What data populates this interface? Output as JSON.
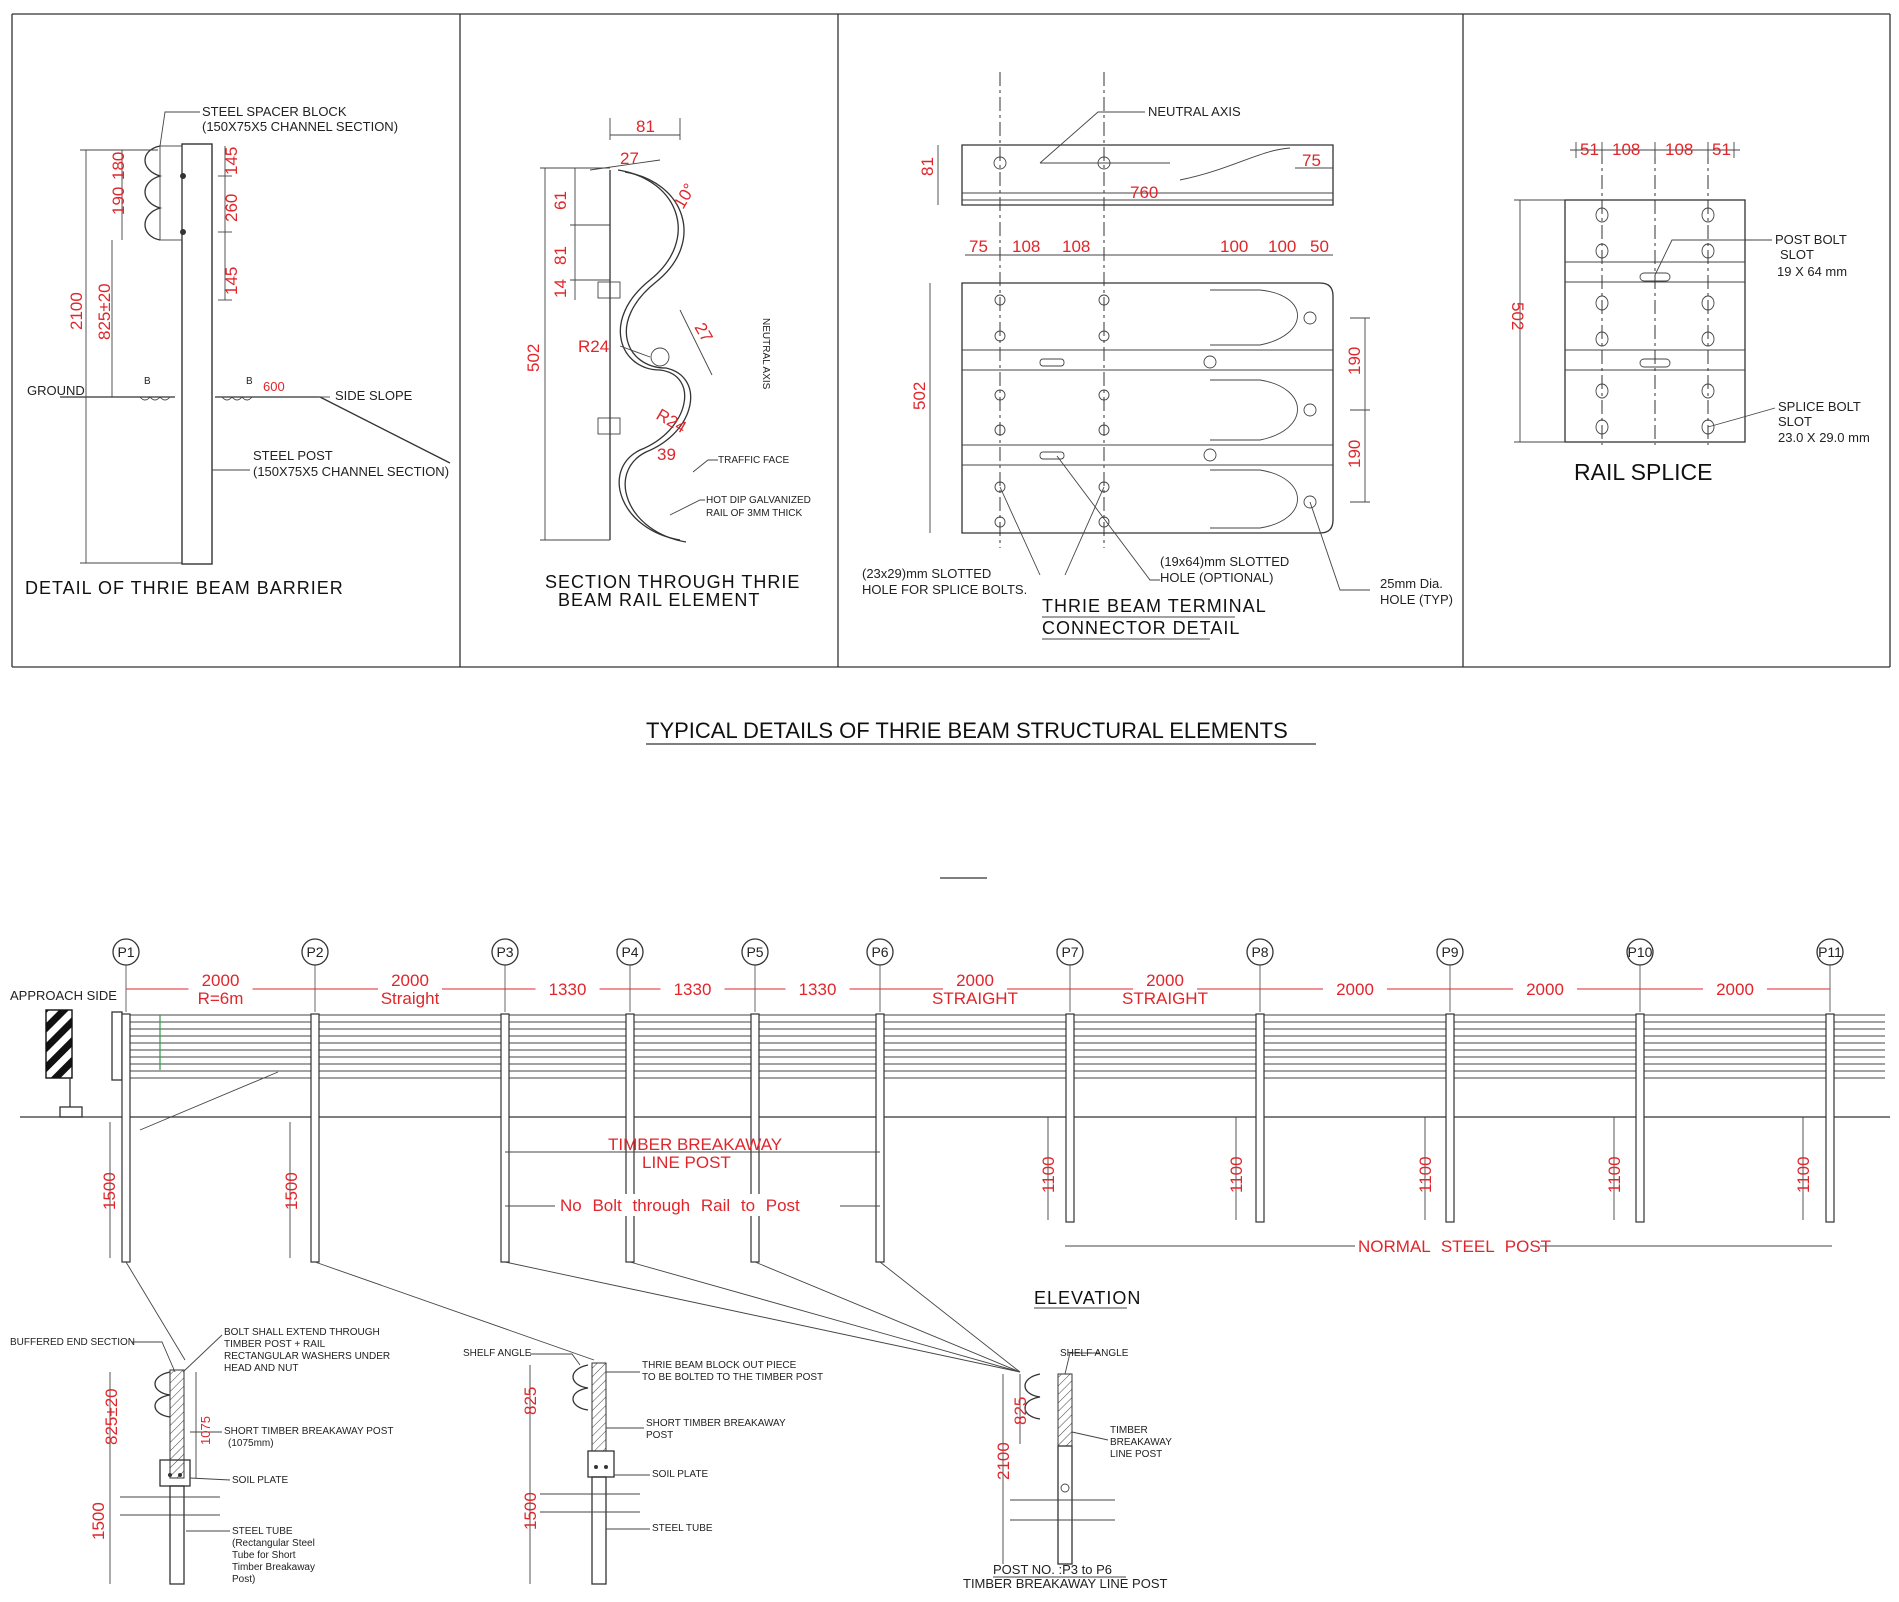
{
  "colors": {
    "dimension": "#e0262b",
    "linework": "#333333",
    "background": "#ffffff"
  },
  "panel1": {
    "title": "DETAIL OF THRIE BEAM BARRIER",
    "spacer_label_1": "STEEL SPACER BLOCK",
    "spacer_label_2": "(150X75X5 CHANNEL SECTION)",
    "post_label_1": "STEEL POST",
    "post_label_2": "(150X75X5 CHANNEL SECTION)",
    "ground": "GROUND",
    "side_slope": "SIDE SLOPE",
    "b_left": "B",
    "b_right": "B",
    "dims": {
      "h2100": "2100",
      "h825": "825±20",
      "h190": "190",
      "h180": "180",
      "h145a": "145",
      "h260": "260",
      "h145b": "145",
      "d600": "600"
    }
  },
  "panel2": {
    "title_1": "SECTION THROUGH THRIE",
    "title_2": "BEAM RAIL ELEMENT",
    "neutral_axis": "NEUTRAL AXIS",
    "traffic_face": "TRAFFIC FACE",
    "galv_1": "HOT DIP GALVANIZED",
    "galv_2": "RAIL OF 3MM THICK",
    "dims": {
      "d81": "81",
      "d27": "27",
      "d10": "10°",
      "d61": "61",
      "d81b": "81",
      "d14": "14",
      "d502": "502",
      "r24a": "R24",
      "d27b": "27",
      "r24b": "R24",
      "d39": "39"
    }
  },
  "panel3": {
    "title_1": "THRIE BEAM TERMINAL",
    "title_2": "CONNECTOR DETAIL",
    "neutral_axis": "NEUTRAL AXIS",
    "slot_a_1": "(23x29)mm SLOTTED",
    "slot_a_2": "HOLE FOR SPLICE BOLTS.",
    "slot_b_1": "(19x64)mm SLOTTED",
    "slot_b_2": "HOLE (OPTIONAL)",
    "hole_1": "25mm Dia.",
    "hole_2": "HOLE (TYP)",
    "dims": {
      "d81": "81",
      "d75": "75",
      "d760": "760",
      "d75b": "75",
      "d108a": "108",
      "d108b": "108",
      "d100a": "100",
      "d100b": "100",
      "d50": "50",
      "d502": "502",
      "d190a": "190",
      "d190b": "190"
    }
  },
  "panel4": {
    "title": "RAIL SPLICE",
    "post_bolt_1": "POST BOLT",
    "post_bolt_2": "SLOT",
    "post_bolt_3": "19 X 64 mm",
    "splice_bolt_1": "SPLICE BOLT",
    "splice_bolt_2": "SLOT",
    "splice_bolt_3": "23.0 X 29.0 mm",
    "dims": {
      "d51a": "51",
      "d108a": "108",
      "d108b": "108",
      "d51b": "51",
      "d502": "502"
    }
  },
  "main_title": "TYPICAL DETAILS OF THRIE BEAM STRUCTURAL ELEMENTS",
  "elevation": {
    "approach_side": "APPROACH SIDE",
    "posts": [
      "P1",
      "P2",
      "P3",
      "P4",
      "P5",
      "P6",
      "P7",
      "P8",
      "P9",
      "P10",
      "P11"
    ],
    "spacings": [
      {
        "top": "2000",
        "sub": "R=6m"
      },
      {
        "top": "2000",
        "sub": "Straight"
      },
      {
        "top": "1330",
        "sub": ""
      },
      {
        "top": "1330",
        "sub": ""
      },
      {
        "top": "1330",
        "sub": ""
      },
      {
        "top": "2000",
        "sub": "STRAIGHT"
      },
      {
        "top": "2000",
        "sub": "STRAIGHT"
      },
      {
        "top": "2000",
        "sub": ""
      },
      {
        "top": "2000",
        "sub": ""
      },
      {
        "top": "2000",
        "sub": ""
      }
    ],
    "embed": {
      "p1": "1500",
      "p2": "1500",
      "p7": "1100",
      "p8": "1100",
      "p9": "1100",
      "p10": "1100",
      "p11": "1100"
    },
    "timber_1": "TIMBER BREAKAWAY",
    "timber_2": "LINE POST",
    "no_bolt": "No Bolt through Rail to Post",
    "normal_post": "NORMAL STEEL POST",
    "title": "ELEVATION"
  },
  "details": {
    "a": {
      "buffered": "BUFFERED END SECTION",
      "bolt_1": "BOLT SHALL EXTEND THROUGH",
      "bolt_2": "TIMBER POST + RAIL",
      "bolt_3": "RECTANGULAR WASHERS UNDER",
      "bolt_4": "HEAD AND NUT",
      "short_1": "SHORT TIMBER BREAKAWAY POST",
      "short_2": "(1075mm)",
      "soil": "SOIL PLATE",
      "tube_1": "STEEL TUBE",
      "tube_2": "(Rectangular Steel",
      "tube_3": "Tube for Short",
      "tube_4": "Timber Breakaway",
      "tube_5": "Post)",
      "d825": "825±20",
      "d1075": "1075",
      "d1500": "1500"
    },
    "b": {
      "shelf": "SHELF ANGLE",
      "block_1": "THRIE BEAM BLOCK OUT PIECE",
      "block_2": "TO BE BOLTED TO THE TIMBER POST",
      "short_1": "SHORT TIMBER BREAKAWAY",
      "short_2": "POST",
      "soil": "SOIL PLATE",
      "tube": "STEEL TUBE",
      "d825": "825",
      "d1500": "1500"
    },
    "c": {
      "shelf": "SHELF ANGLE",
      "timber_1": "TIMBER",
      "timber_2": "BREAKAWAY",
      "timber_3": "LINE POST",
      "title_1": "POST NO. :P3 to P6",
      "title_2": "TIMBER BREAKAWAY LINE POST",
      "d825": "825",
      "d2100": "2100"
    }
  }
}
